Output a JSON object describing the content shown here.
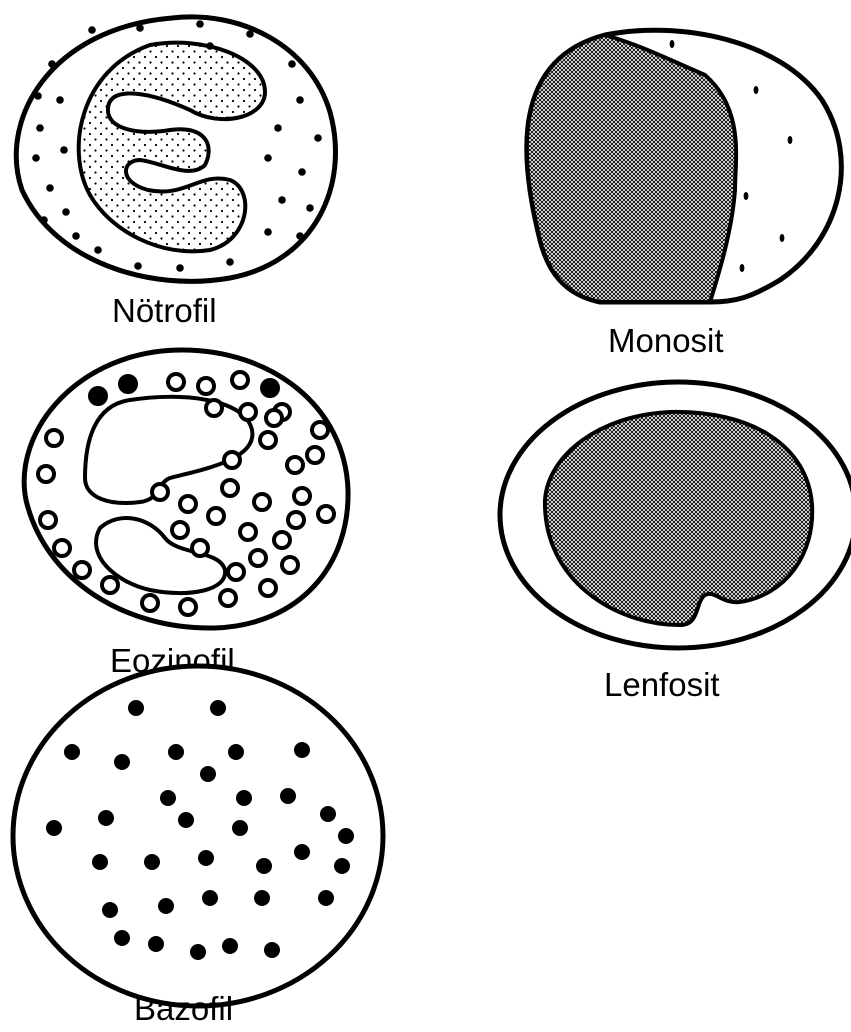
{
  "labels": {
    "neutrophil": "Nötrofil",
    "eosinophil": "Eozinofil",
    "basophil": "Bazofil",
    "monocyte": "Monosit",
    "lymphocyte": "Lenfosit"
  },
  "colors": {
    "ink": "#000000",
    "paper": "#ffffff"
  }
}
